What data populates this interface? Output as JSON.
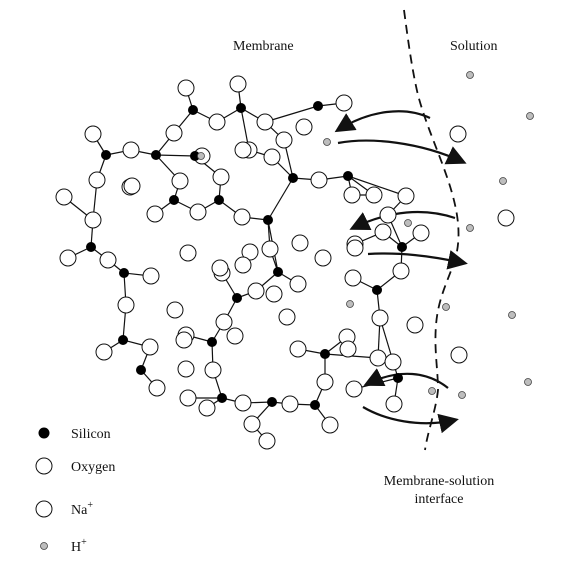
{
  "labels": {
    "membrane": "Membrane",
    "solution": "Solution",
    "interface_line1": "Membrane-solution",
    "interface_line2": "interface"
  },
  "legend": {
    "silicon": "Silicon",
    "oxygen": "Oxygen",
    "na_base": "Na",
    "na_sup": "+",
    "h_base": "H",
    "h_sup": "+"
  },
  "colors": {
    "silicon": "#000000",
    "oxygen_stroke": "#111111",
    "hydrogen_fill": "#bdbdbd",
    "line": "#111111"
  }
}
